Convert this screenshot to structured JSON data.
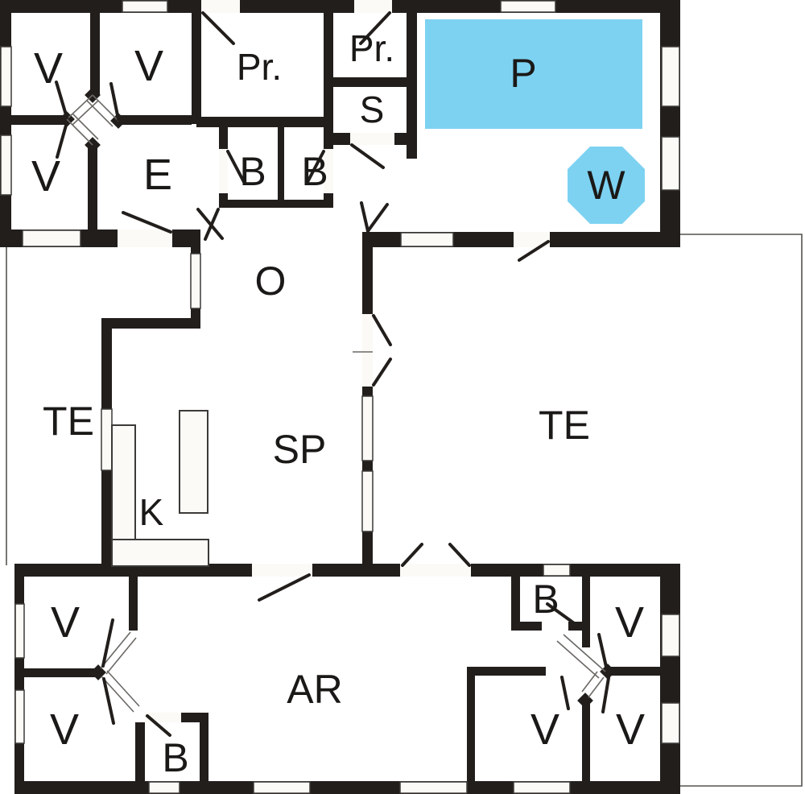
{
  "plan": {
    "background": "#fbfaf6",
    "wall_color": "#221e1c",
    "water_color": "#7dd2f1",
    "outline_color": "#55534f",
    "label_color": "#1b1917"
  },
  "rooms": [
    {
      "id": "v-1",
      "label": "V"
    },
    {
      "id": "v-2",
      "label": "V"
    },
    {
      "id": "pr-1",
      "label": "Pr."
    },
    {
      "id": "pr-2",
      "label": "Pr."
    },
    {
      "id": "s",
      "label": "S"
    },
    {
      "id": "p",
      "label": "P"
    },
    {
      "id": "w",
      "label": "W"
    },
    {
      "id": "v-3",
      "label": "V"
    },
    {
      "id": "e",
      "label": "E"
    },
    {
      "id": "b-1",
      "label": "B"
    },
    {
      "id": "b-2",
      "label": "B"
    },
    {
      "id": "o",
      "label": "O"
    },
    {
      "id": "te-left",
      "label": "TE"
    },
    {
      "id": "k",
      "label": "K"
    },
    {
      "id": "sp",
      "label": "SP"
    },
    {
      "id": "te-right",
      "label": "TE"
    },
    {
      "id": "ar",
      "label": "AR"
    },
    {
      "id": "v-4",
      "label": "V"
    },
    {
      "id": "v-5",
      "label": "V"
    },
    {
      "id": "b-3",
      "label": "B"
    },
    {
      "id": "b-4",
      "label": "B"
    },
    {
      "id": "v-6",
      "label": "V"
    },
    {
      "id": "v-7",
      "label": "V"
    },
    {
      "id": "v-8",
      "label": "V"
    }
  ]
}
